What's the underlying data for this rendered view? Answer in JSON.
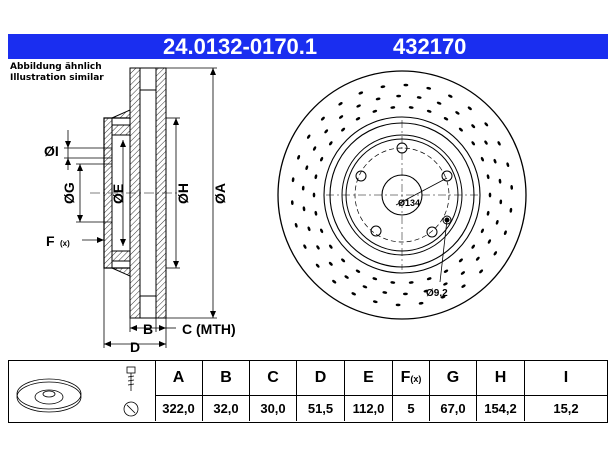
{
  "banner": {
    "part_number": "24.0132-0170.1",
    "alt_number": "432170",
    "color": "#1a2ef0"
  },
  "note": {
    "line1": "Abbildung ähnlich",
    "line2": "Illustration similar"
  },
  "labels": {
    "dim_i": "ØI",
    "dim_g": "ØG",
    "dim_e": "ØE",
    "dim_h": "ØH",
    "dim_a": "ØA",
    "dim_f": "F",
    "dim_f_sub": "(x)",
    "dim_b": "B",
    "dim_c": "C (MTH)",
    "dim_d": "D",
    "pcd": "Ø134",
    "bolt_hole": "Ø9,2"
  },
  "table": {
    "headers": [
      "A",
      "B",
      "C",
      "D",
      "E",
      "F",
      "G",
      "H",
      "I"
    ],
    "f_sub": "(x)",
    "values": [
      "322,0",
      "32,0",
      "30,0",
      "51,5",
      "112,0",
      "5",
      "67,0",
      "154,2",
      "15,2"
    ]
  }
}
